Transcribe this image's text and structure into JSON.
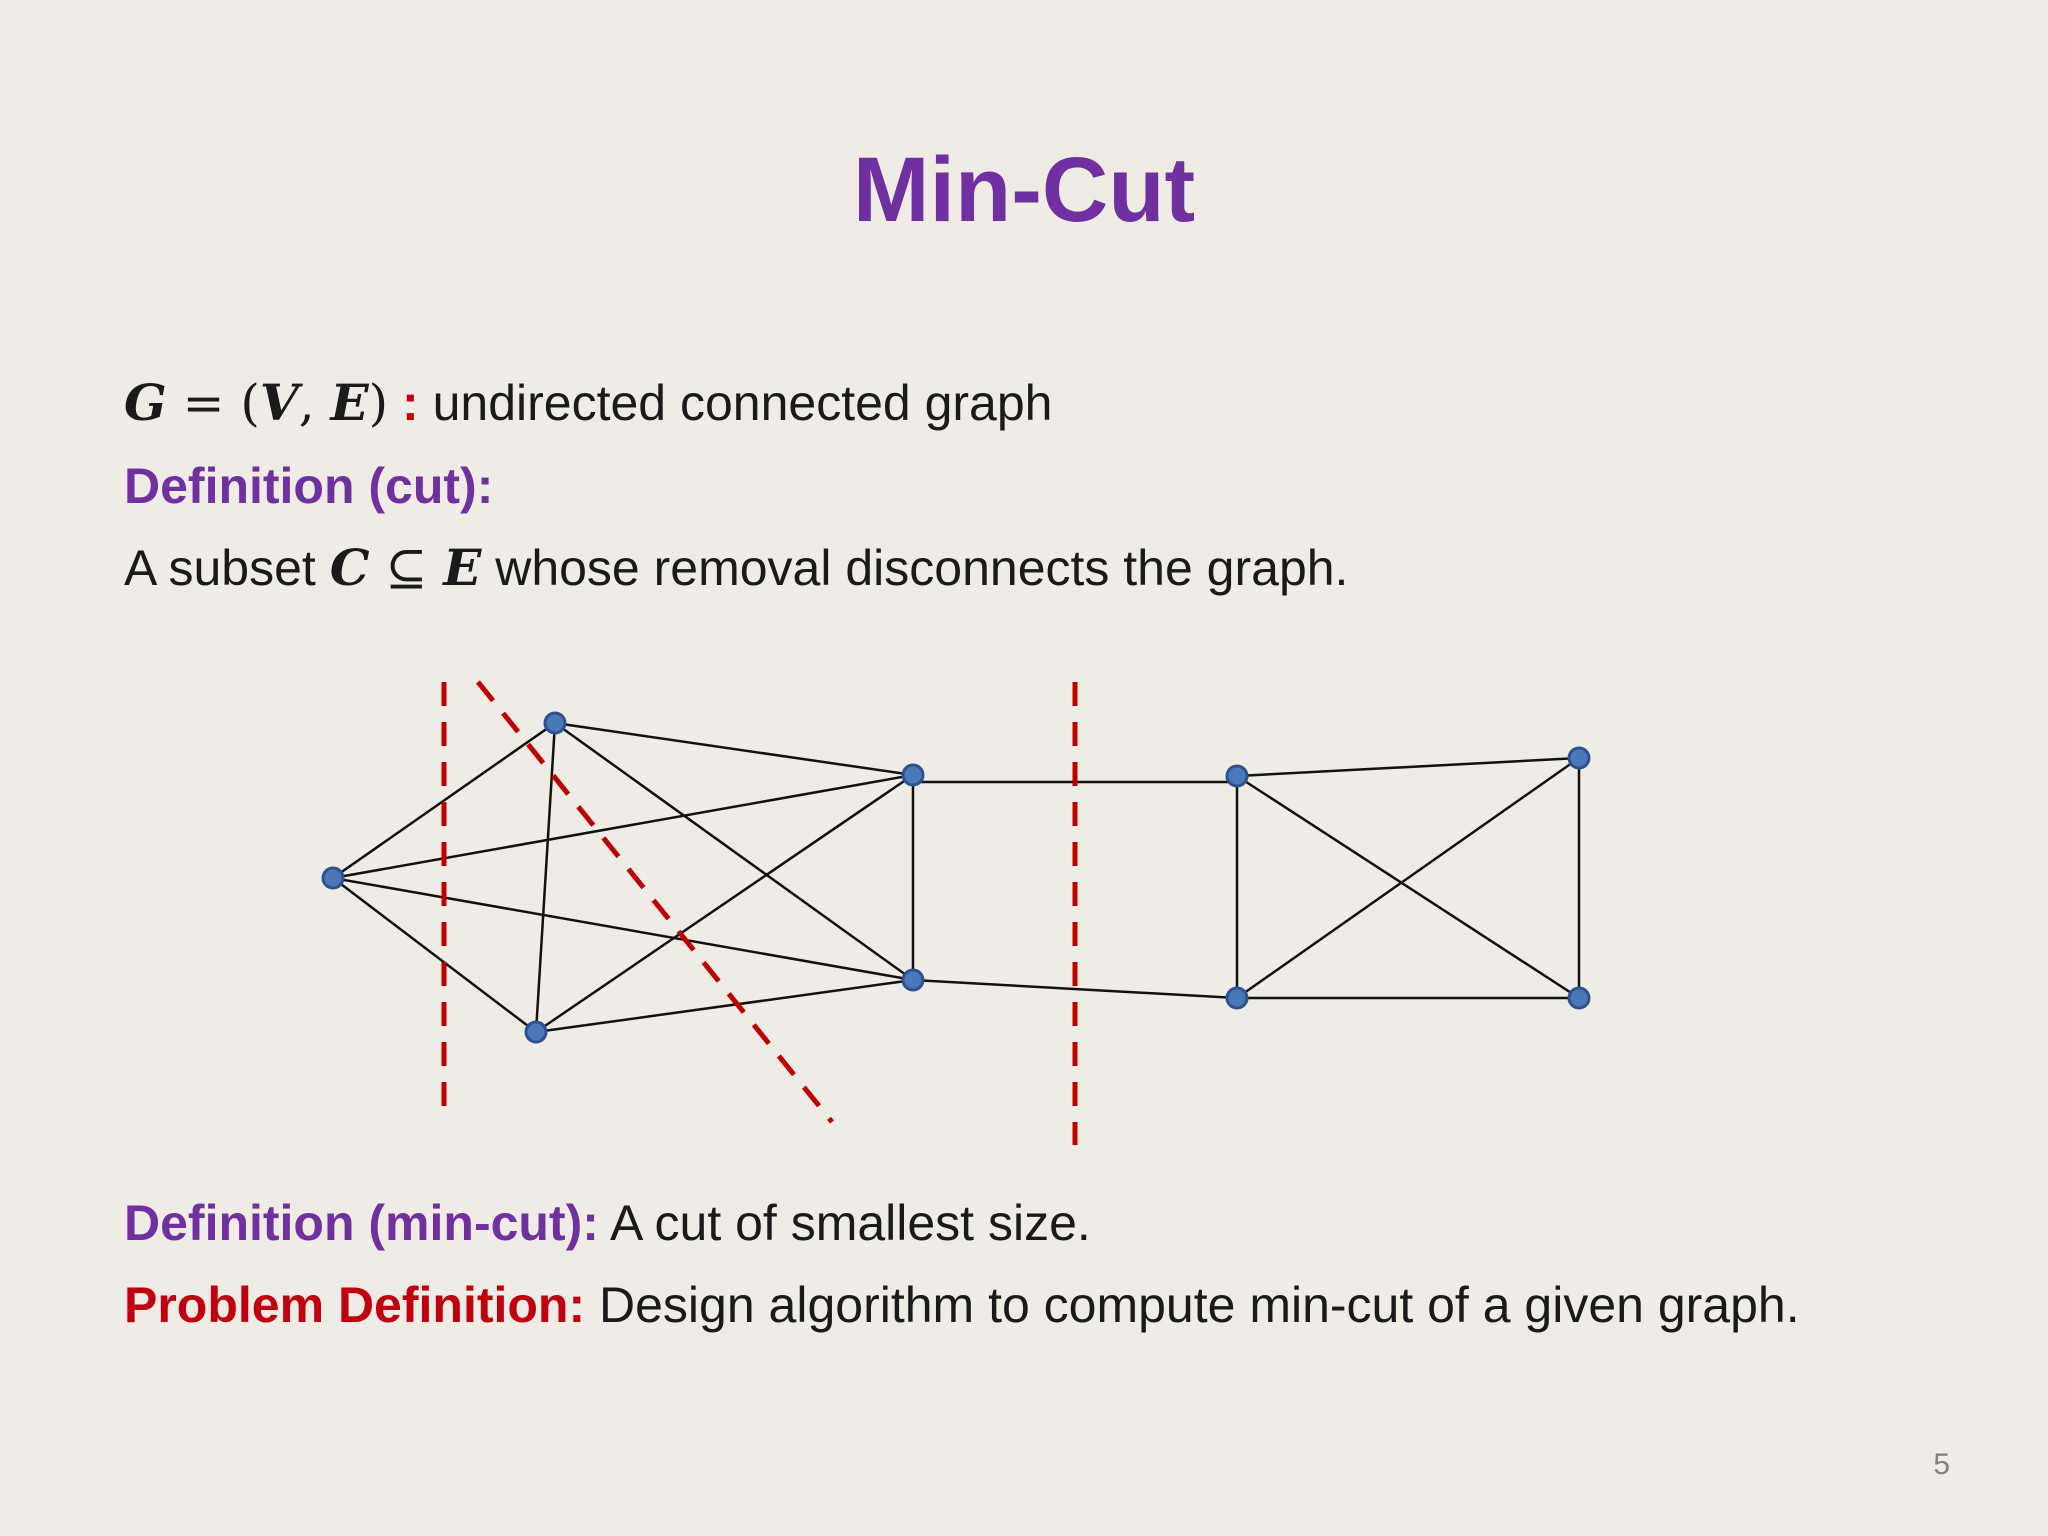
{
  "slide": {
    "title": "Min-Cut",
    "page_number": "5",
    "graph_def": {
      "math": "G",
      "eq": " = (",
      "v": "V",
      "comma": ", ",
      "e": "E",
      "close": ")",
      "colon": " : ",
      "text": "undirected connected graph"
    },
    "cut_heading": "Definition (cut):",
    "cut_text": {
      "prefix": "A subset  ",
      "c": "C",
      "subset": " ⊆ ",
      "e": "E",
      "suffix": " whose removal disconnects the graph."
    },
    "mincut": {
      "label": "Definition (min-cut):",
      "text": " A cut of smallest size."
    },
    "problem": {
      "label": "Problem Definition:",
      "text": " Design algorithm to compute min-cut of a given graph."
    }
  },
  "colors": {
    "title": "#7030a0",
    "definition": "#7030a0",
    "problem": "#c0000e",
    "cut_line": "#c00000",
    "node_fill": "#4a78b8",
    "node_stroke": "#2f528f",
    "edge": "#111111"
  }
}
